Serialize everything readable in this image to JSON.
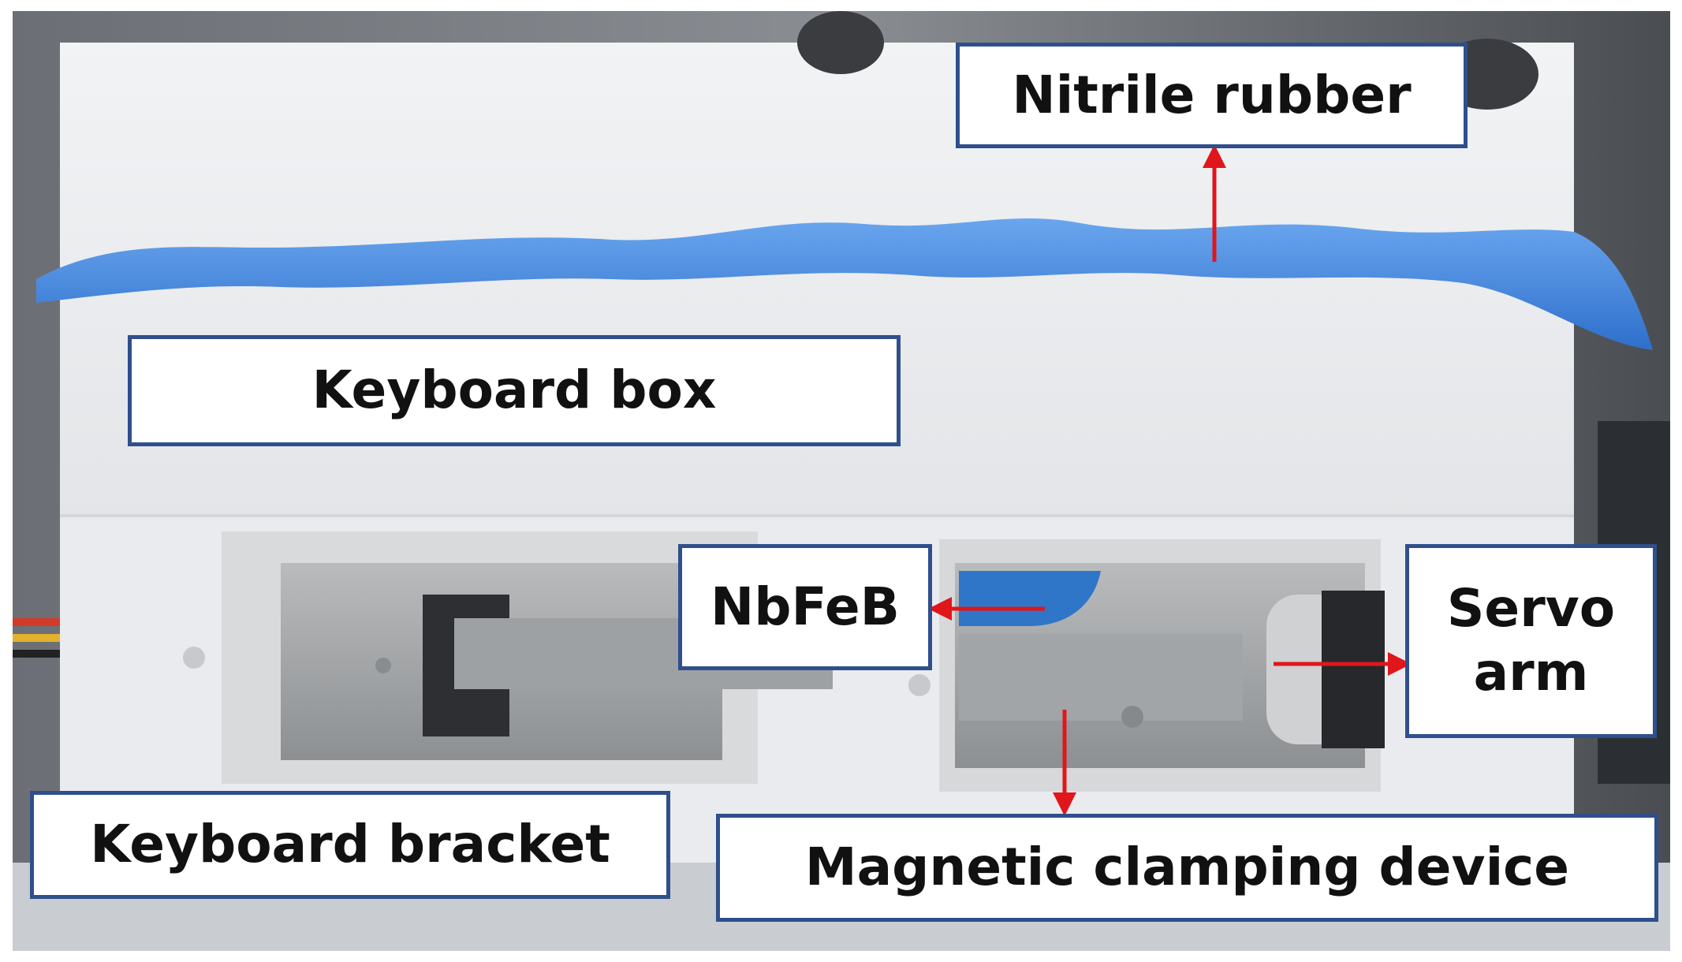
{
  "labels": {
    "nitrile_rubber": "Nitrile rubber",
    "keyboard_box": "Keyboard box",
    "nbfeb": "NbFeB",
    "servo_arm_line1": "Servo",
    "servo_arm_line2": "arm",
    "keyboard_bracket": "Keyboard bracket",
    "magnetic_clamping_device": "Magnetic clamping device"
  },
  "colors": {
    "label_border": "#2f4f8c",
    "arrow": "#e0161b",
    "rubber_blue": "#3f86e0",
    "box_white": "#eceef0",
    "background_dark": "#3a3d42"
  }
}
